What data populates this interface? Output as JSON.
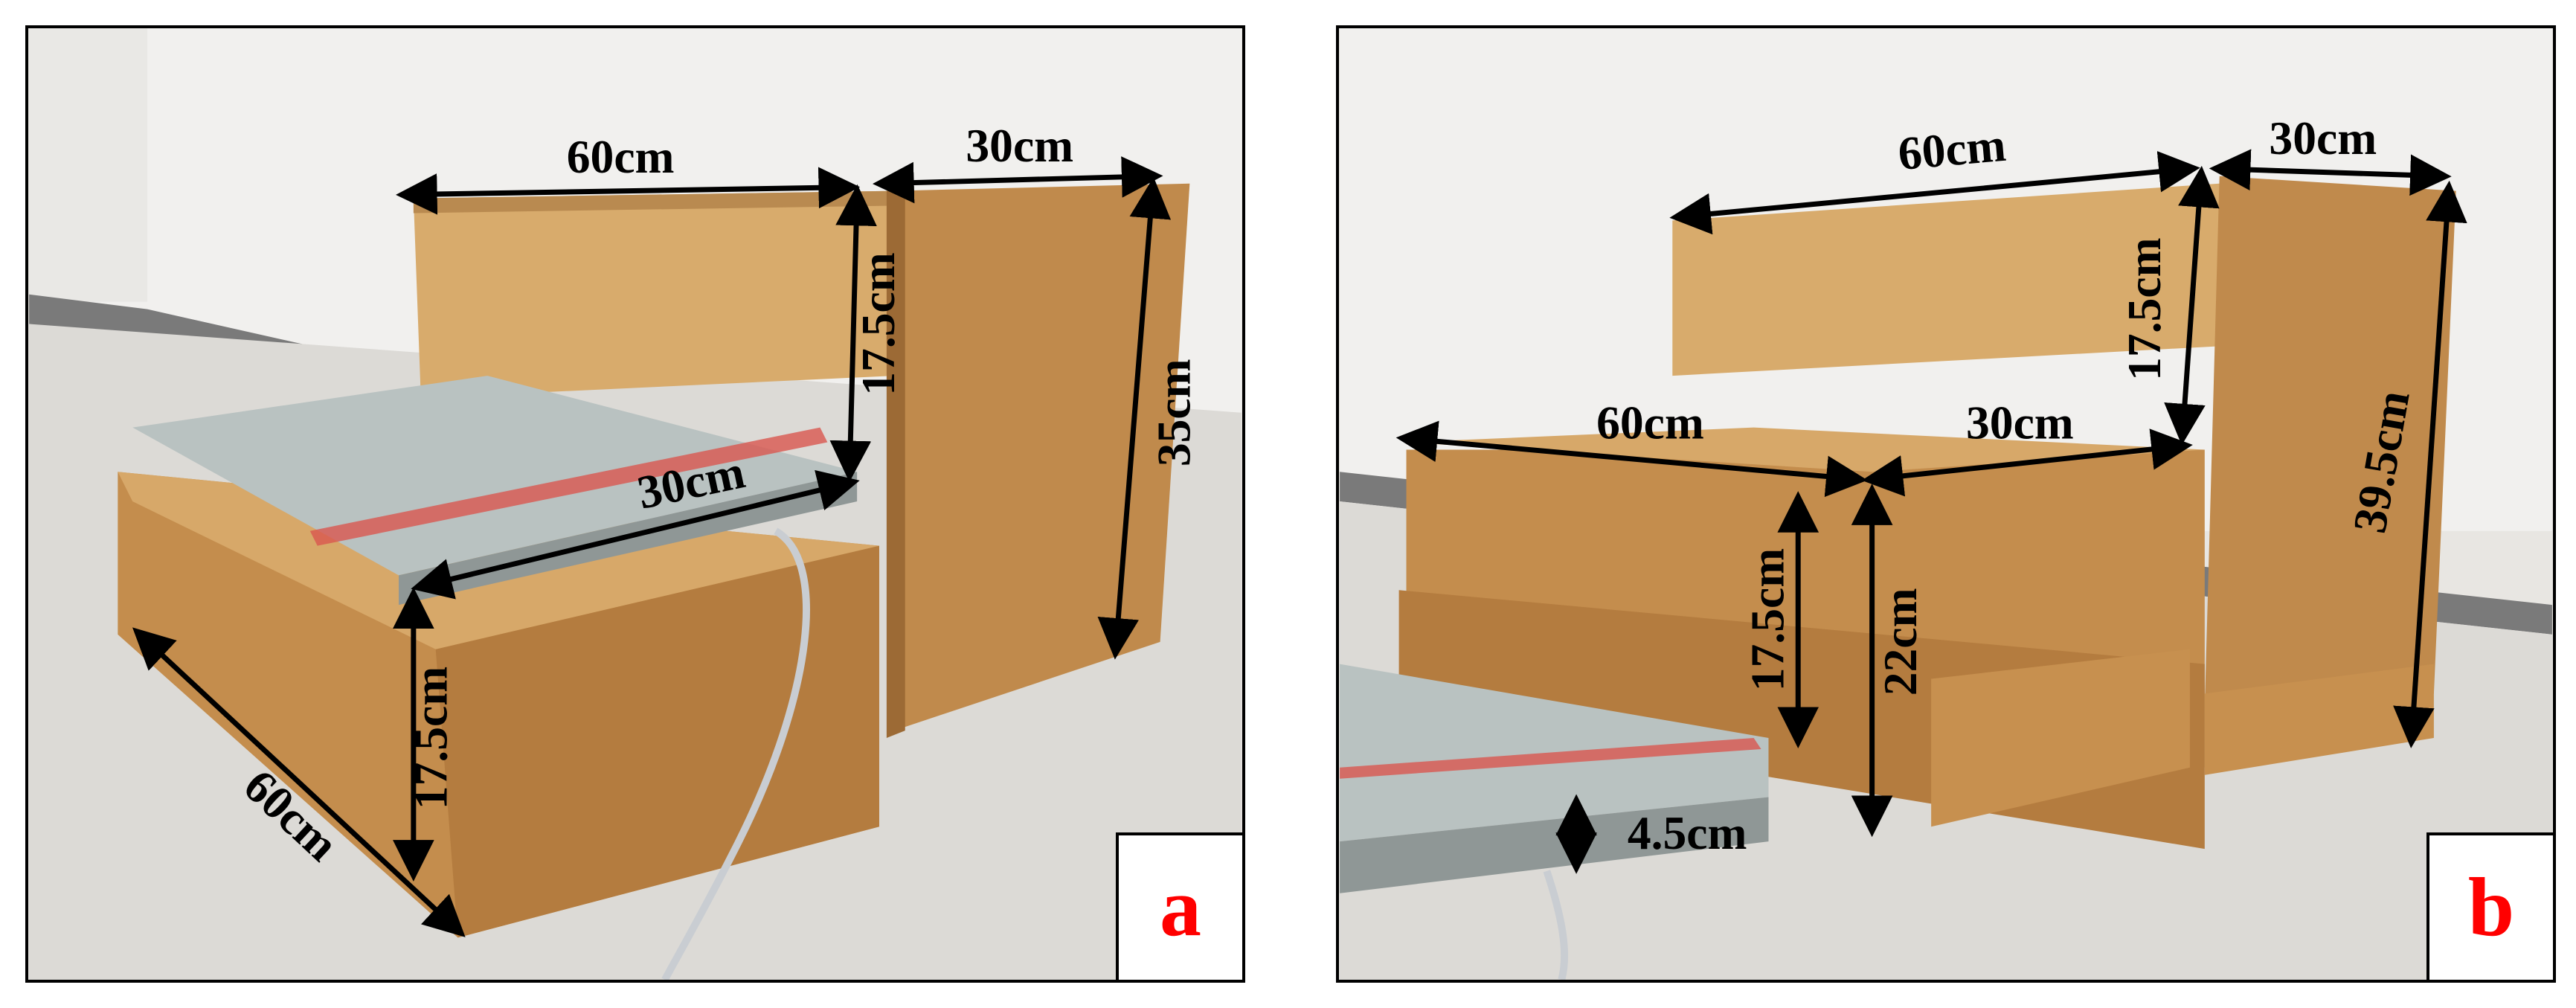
{
  "panels": [
    {
      "tag": "a",
      "labels": {
        "top_width": "60cm",
        "top_depth": "30cm",
        "upper_height": "17.5cm",
        "side_height": "35cm",
        "plate_depth": "30cm",
        "lower_height": "17.5cm",
        "base_length": "60cm"
      }
    },
    {
      "tag": "b",
      "labels": {
        "top_width": "60cm",
        "top_depth": "30cm",
        "upper_height": "17.5cm",
        "side_height": "39.5cm",
        "step_width": "60cm",
        "step_depth": "30cm",
        "step_height": "17.5cm",
        "base_height": "22cm",
        "plate_height": "4.5cm"
      }
    }
  ],
  "colors": {
    "wood_light": "#d7a869",
    "wood_dark": "#b47c3f",
    "plate": "#b9c2c1",
    "tape": "#d9564f",
    "tag_text": "#ff0000"
  }
}
